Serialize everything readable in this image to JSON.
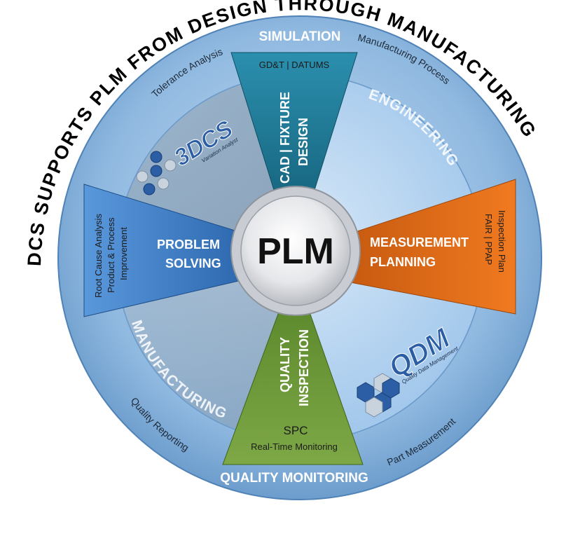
{
  "arc_title": "DCS SUPPORTS PLM FROM DESIGN THROUGH MANUFACTURING",
  "center": {
    "label": "PLM"
  },
  "ring": {
    "top": "SIMULATION",
    "bottom": "QUALITY MONITORING",
    "upper_left": "Tolerance Analysis",
    "upper_right": "Manufacturing Process",
    "lower_left": "Quality Reporting",
    "lower_right": "Part Measurement"
  },
  "sectors": {
    "engineering": "ENGINEERING",
    "manufacturing": "MANUFACTURING"
  },
  "wedges": {
    "top": {
      "line1": "CAD | FIXTURE",
      "line2": "DESIGN",
      "sub": "GD&T | DATUMS",
      "color": "#1f7f99"
    },
    "right": {
      "line1": "MEASUREMENT",
      "line2": "PLANNING",
      "sub1": "Inspection Plan",
      "sub2": "FAIR  |  PPAP",
      "color": "#e06a16"
    },
    "bottom": {
      "line1": "QUALITY",
      "line2": "INSPECTION",
      "sub1": "SPC",
      "sub2": "Real-Time Monitoring",
      "color": "#6e9a3a"
    },
    "left": {
      "line1": "PROBLEM",
      "line2": "SOLVING",
      "sub1": "Root Cause Analysis",
      "sub2": "Product & Process",
      "sub3": "Improvement",
      "color": "#3b7bc6"
    }
  },
  "logos": {
    "dcs": {
      "text": "3DCS",
      "tagline": "Variation Analyst"
    },
    "qdm": {
      "text": "QDM",
      "tagline": "Quality Data Management"
    }
  },
  "colors": {
    "outer_ring": "#8fb8df",
    "inner_ring": "#a9cdee",
    "sector_grey": "#7d96ae",
    "center_face": "#e9eaec"
  }
}
